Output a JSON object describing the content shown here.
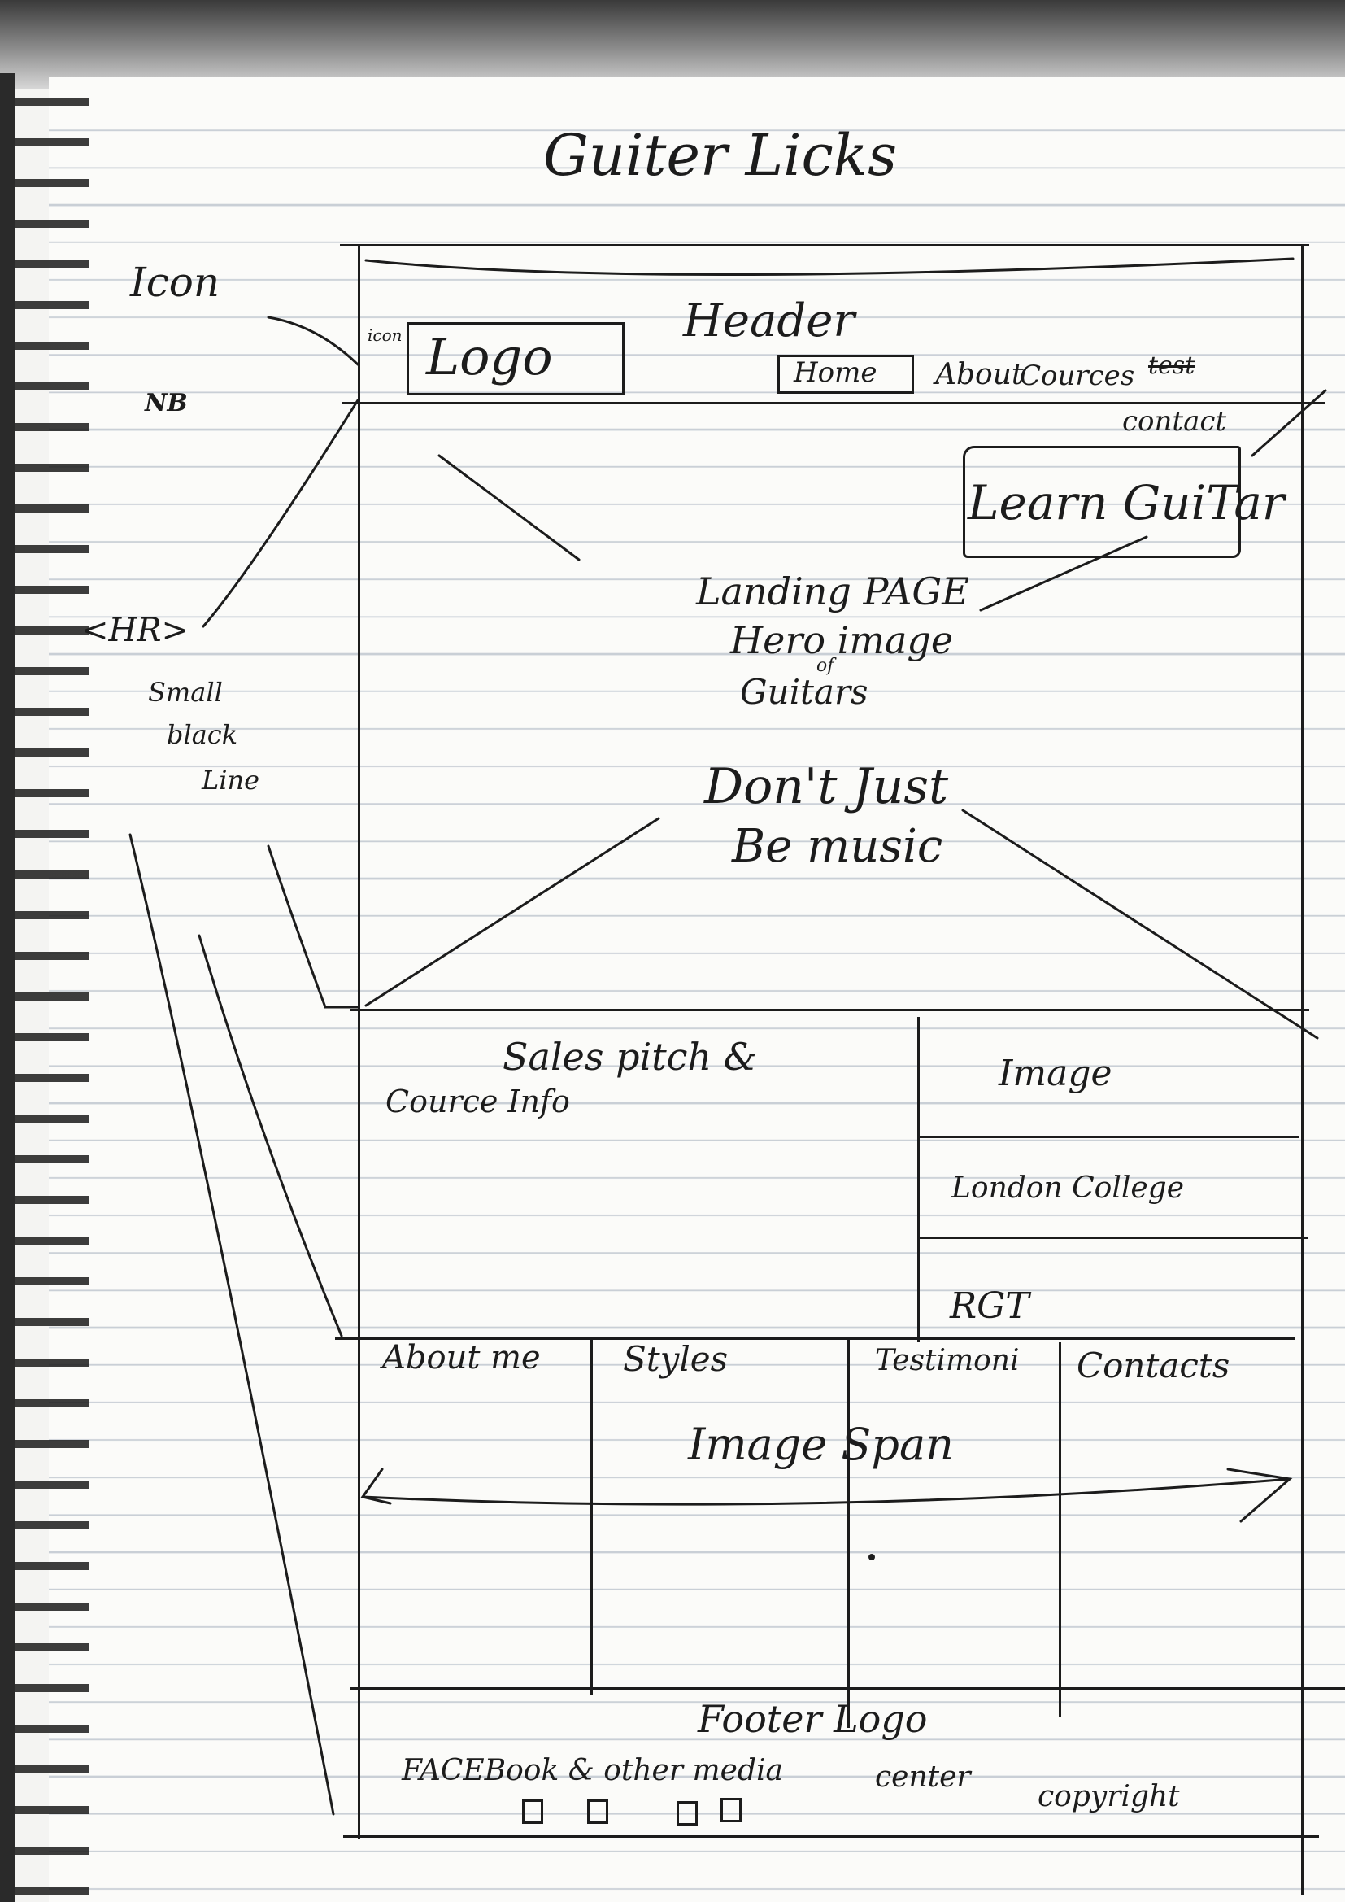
{
  "sketch": {
    "title": "Guiter Licks",
    "annotations": {
      "icon": "Icon",
      "icon_small": "icon",
      "nav_mark": "NB",
      "hr": "<HR>",
      "small_line_1": "Small",
      "small_line_2": "black",
      "small_line_3": "Line"
    },
    "header": {
      "label": "Header",
      "logo": "Logo",
      "nav": {
        "home": "Home",
        "about": "About",
        "courses": "Cources",
        "test": "test",
        "contact": "contact"
      }
    },
    "hero": {
      "cta": "Learn GuiTar",
      "label_1": "Landing PAGE",
      "label_2": "Hero image",
      "label_of": "of",
      "label_3": "Guitars",
      "tagline_1": "Don't Just",
      "tagline_2": "Be music"
    },
    "sales": {
      "pitch": "Sales pitch &",
      "course_info": "Cource Info",
      "side": [
        "Image",
        "London College",
        "RGT"
      ]
    },
    "columns": {
      "labels": [
        "About me",
        "Styles",
        "Testimoni",
        "Contacts"
      ],
      "image_span": "Image Span"
    },
    "footer": {
      "logo": "Footer Logo",
      "social": "FACEBook & other media",
      "center": "center",
      "copyright": "copyright"
    }
  }
}
